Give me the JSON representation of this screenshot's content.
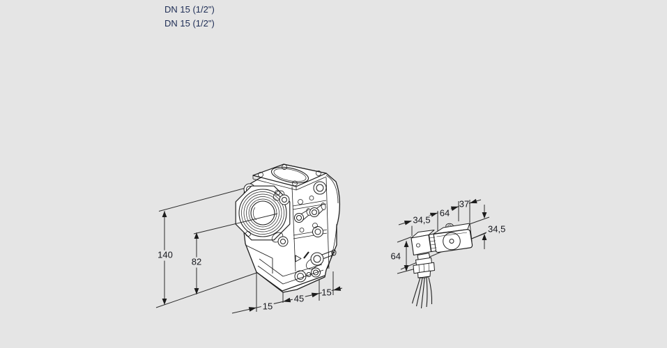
{
  "page": {
    "background_color": "#e5e5e5",
    "line_color": "#222222",
    "dimension_text_color": "#16171d",
    "heading_text_color": "#1e2d55"
  },
  "header": {
    "lines": [
      "DN 15 (1/2\")",
      "DN 15 (1/2\")"
    ]
  },
  "valve_view": {
    "description": "isometric gas valve technical drawing",
    "dims": {
      "height_total": "140",
      "height_body": "82",
      "depth_offset": "15",
      "width_front": "45",
      "width_side": "15"
    }
  },
  "solenoid_view": {
    "description": "solenoid coil with cable connector detail drawing",
    "dims": {
      "connector_width": "34,5",
      "coil_length_top": "64",
      "coil_depth": "37",
      "coil_height_right": "34,5",
      "coil_height_left": "64"
    }
  }
}
